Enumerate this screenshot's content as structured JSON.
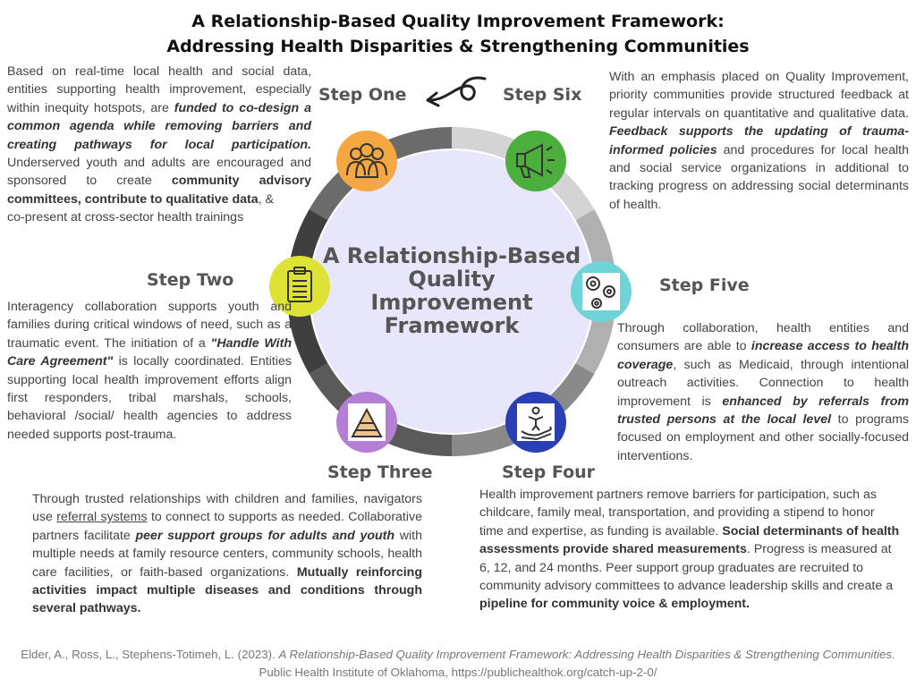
{
  "title_line1": "A Relationship-Based Quality Improvement Framework:",
  "title_line2": "Addressing Health Disparities & Strengthening Communities",
  "center": [
    "A Relationship-Based",
    "Quality",
    "Improvement",
    "Framework"
  ],
  "steps": {
    "one": "Step One",
    "two": "Step Two",
    "three": "Step Three",
    "four": "Step Four",
    "five": "Step Five",
    "six": "Step Six"
  },
  "step_one": {
    "t1": "Based on real-time local health and social data, entities supporting health improvement, especially within inequity hotspots, are ",
    "b1": "funded to co-design a common agenda while removing barriers and creating pathways for local participation.",
    "t2": " Underserved youth and adults are encouraged and sponsored to create ",
    "b2": "community advisory committees, contribute to qualitative data",
    "t3": ", &",
    "t4": "co-present at cross-sector health trainings"
  },
  "step_two": {
    "t1": "Interagency collaboration supports youth and families during critical windows of need, such as a traumatic event. The initiation of a ",
    "b1": "\"Handle With Care Agreement\"",
    "t2": " is locally coordinated. Entities supporting local health improvement efforts align first responders, tribal marshals, schools, behavioral /social/ health agencies to address needed supports post-trauma."
  },
  "step_three": {
    "t1": "Through trusted relationships with children and families, navigators use ",
    "u1": "referral systems",
    "t2": " to connect to supports as needed. Collaborative partners facilitate ",
    "b1": "peer support groups for adults and youth",
    "t3": " with multiple needs at family resource centers, community schools, health care facilities, or faith-based organizations. ",
    "b2": "Mutually reinforcing activities impact multiple diseases and conditions through several pathways."
  },
  "step_four": {
    "t1": "Health improvement partners remove barriers for participation, such as childcare, family meal, transportation, and providing a stipend to honor time and expertise, as funding is available. ",
    "b1": "Social determinants of health assessments provide shared measurements",
    "t2": ". Progress is measured at 6, 12, and 24 months. Peer support group graduates are recruited to community advisory committees to advance leadership skills and create a ",
    "b2": "pipeline for community voice & employment."
  },
  "step_five": {
    "t1": "Through collaboration, health entities and consumers are able to ",
    "b1": "increase access to health coverage",
    "t2": ", such as Medicaid, through intentional outreach activities. Connection to health improvement is ",
    "b2": "enhanced by referrals from trusted persons at the local level",
    "t3": " to programs focused on employment and other socially-focused interventions."
  },
  "step_six": {
    "t1": "With an emphasis placed on Quality Improvement, priority communities provide structured feedback at regular intervals on quantitative and qualitative data. ",
    "b1": "Feedback supports the updating of trauma-informed policies",
    "t2": " and procedures for local health and social service organizations in additional to tracking progress on addressing social determinants of health."
  },
  "footer": {
    "line1_plain": "Elder, A., Ross, L., Stephens-Totimeh, L. (2023). ",
    "line1_italic": "A Relationship-Based Quality Improvement Framework: Addressing Health Disparities & Strengthening Communities.",
    "line2": "Public Health Institute of Oklahoma,  https://publichealthok.org/catch-up-2-0/"
  },
  "icons": {
    "one": "people-group-icon",
    "two": "clipboard-checklist-icon",
    "three": "pyramid-icon",
    "four": "hand-person-icon",
    "five": "gears-icon",
    "six": "megaphone-icon"
  },
  "colors": {
    "step_one": "#f5a742",
    "step_two": "#dde234",
    "step_three": "#b57fd6",
    "step_four": "#2b3fb5",
    "step_five": "#6fd4d8",
    "step_six": "#4caf3c",
    "center_fill": "#e7e6fb"
  }
}
